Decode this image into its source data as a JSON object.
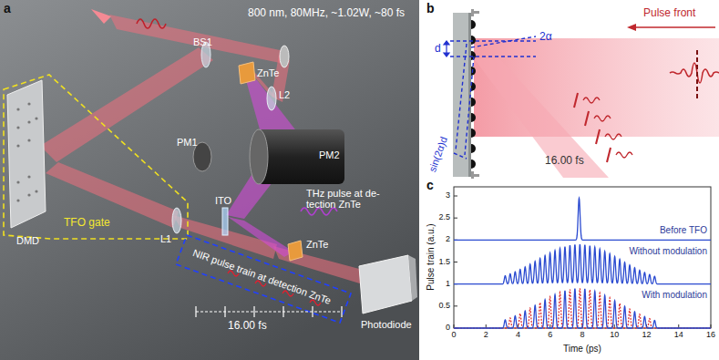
{
  "diagram": {
    "labels": [
      "a",
      "800 nm, 80MHz, ~1.02W, ~80 fs",
      "BS1",
      "ZnTe",
      "L2",
      "PM1",
      "PM2",
      "DMD",
      "THz pulse at de- tection ZnTe",
      "ZnTe",
      "TFO gate",
      "L1",
      "ITO",
      "NIR pulse train at detection ZnTe",
      "16.00 fs",
      "Photodiode",
      "b",
      "Pulse front",
      "d",
      "2α",
      "sin(2α)d",
      "16.00 fs",
      "c",
      "Before TFO",
      "Without modulation",
      "With modulation",
      "Pulse train (a.u.)",
      "Time (ps)",
      "0",
      "0.5",
      "1",
      "1.5",
      "2",
      "2.5",
      "3",
      "0",
      "2",
      "4",
      "6",
      "8",
      "10",
      "12",
      "14",
      "16"
    ]
  }
}
